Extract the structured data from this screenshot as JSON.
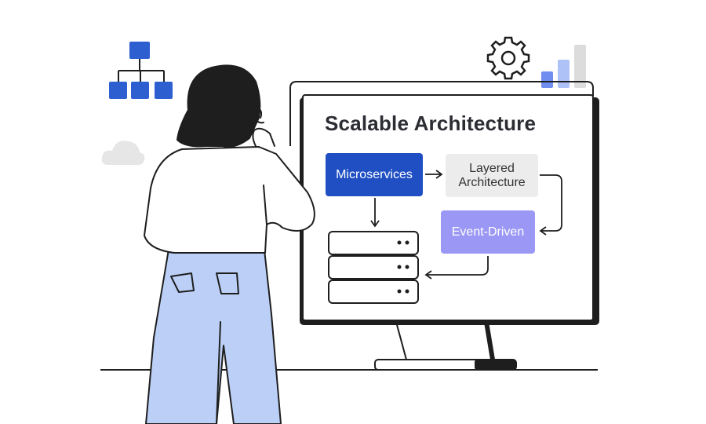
{
  "monitor": {
    "title": "Scalable Architecture"
  },
  "nodes": {
    "microservices": "Microservices",
    "layered_line1": "Layered",
    "layered_line2": "Architecture",
    "event_driven": "Event-Driven"
  },
  "colors": {
    "primary_blue": "#1f4fc2",
    "light_blue": "#2d5fd0",
    "lavender": "#9b98f5",
    "jeans": "#bcd0f7",
    "hair": "#1e1e1e",
    "outline": "#1e1e1e",
    "gray_box": "#ececec"
  },
  "icons": [
    "hierarchy-icon",
    "cloud-icon",
    "gear-icon",
    "bar-chart-icon",
    "server-stack-icon"
  ]
}
